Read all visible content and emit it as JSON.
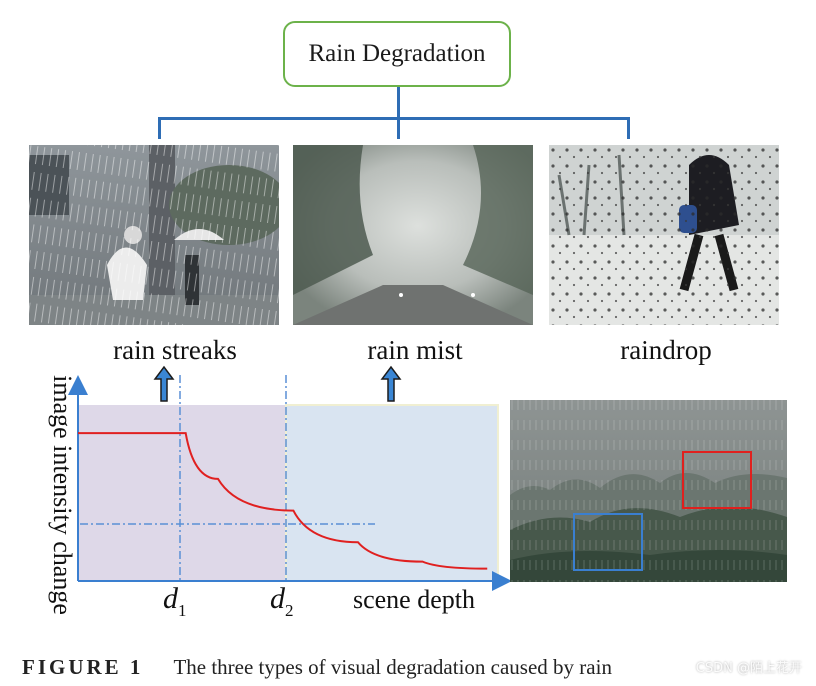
{
  "root": {
    "label": "Rain Degradation"
  },
  "types": [
    {
      "label": "rain streaks"
    },
    {
      "label": "rain mist"
    },
    {
      "label": "raindrop"
    }
  ],
  "chart_data": {
    "type": "line",
    "xlabel": "scene depth",
    "ylabel": "image intensity change",
    "x_ticks": [
      "d1",
      "d2"
    ],
    "regions": [
      "rain streaks",
      "rain mist"
    ],
    "series": [
      {
        "x": [
          0,
          1,
          1.3,
          2,
          2.6,
          3.2,
          3.8
        ],
        "y": [
          0.84,
          0.84,
          0.58,
          0.4,
          0.22,
          0.11,
          0.07
        ]
      }
    ],
    "xlim": [
      0,
      3.9
    ],
    "ylim": [
      0,
      1
    ]
  },
  "figure_caption": {
    "label": "FIGURE 1",
    "text": "The three types of visual degradation caused by rain"
  },
  "watermark": "CSDN @陌上花开",
  "colors": {
    "root_border": "#6cb24a",
    "tree_lines": "#2e6db5",
    "curve": "#e02020",
    "region_streaks": "#ded8e8",
    "region_mist": "#d9e4f1",
    "arrow": "#3a86d4",
    "box_red": "#e0201e",
    "box_blue": "#3a7fd0"
  }
}
